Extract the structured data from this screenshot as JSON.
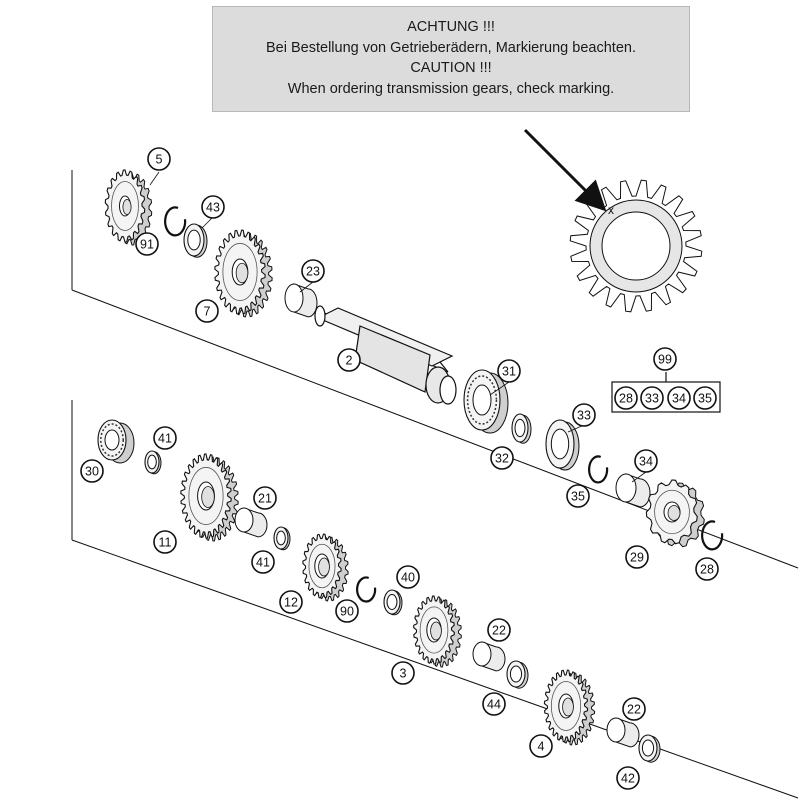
{
  "notice": {
    "line1": "ACHTUNG !!!",
    "line2": "Bei Bestellung von Getrieberädern, Markierung beachten.",
    "line3": "CAUTION !!!",
    "line4": "When ordering transmission gears, check marking."
  },
  "detail": {
    "mark": "x"
  },
  "callouts": {
    "c5": "5",
    "c91": "91",
    "c43": "43",
    "c7": "7",
    "c23": "23",
    "c2": "2",
    "c31": "31",
    "c99": "99",
    "c28a": "28",
    "c33a": "33",
    "c34a": "34",
    "c35a": "35",
    "c33": "33",
    "c32": "32",
    "c35": "35",
    "c34": "34",
    "c29": "29",
    "c28": "28",
    "c30": "30",
    "c41a": "41",
    "c11": "11",
    "c21": "21",
    "c41": "41",
    "c12": "12",
    "c90": "90",
    "c40": "40",
    "c3": "3",
    "c22a": "22",
    "c44": "44",
    "c4": "4",
    "c22": "22",
    "c42": "42"
  },
  "colors": {
    "notice_bg": "#dcdcdc",
    "line": "#111111",
    "part_fill": "#f4f4f4",
    "part_shade": "#cfcfcf"
  }
}
